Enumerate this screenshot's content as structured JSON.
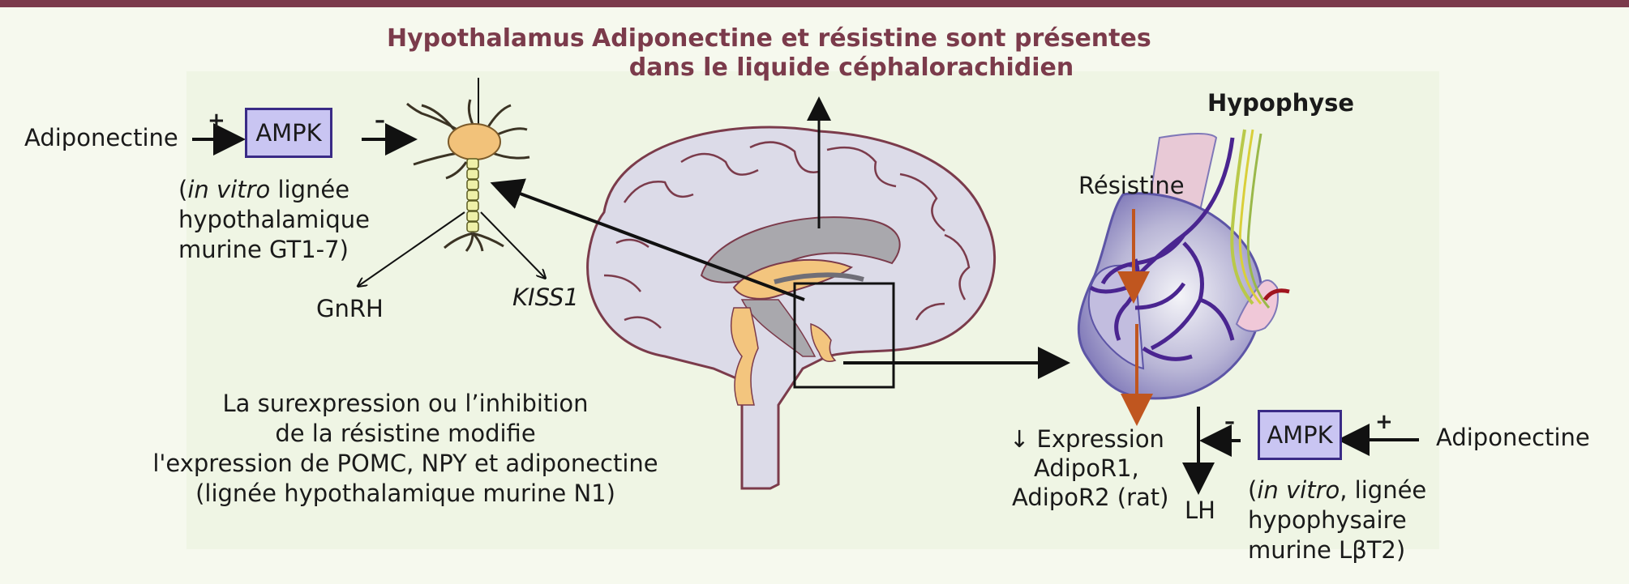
{
  "titles": {
    "hypothalamus": "Hypothalamus",
    "csf_line1": "Adiponectine et résistine sont présentes",
    "csf_line2": "dans le liquide céphalorachidien",
    "hypophyse": "Hypophyse"
  },
  "left": {
    "adiponectine": "Adiponectine",
    "plus": "+",
    "ampk": "AMPK",
    "minus": "–",
    "note_line1_italic": "in vitro",
    "note_line1_rest": " lignée",
    "note_line1_open": "(",
    "note_line2": "hypothalamique",
    "note_line3": "murine GT1-7)",
    "gnrh": "GnRH",
    "kiss1": "KISS1"
  },
  "bottom_left": {
    "line1": "La surexpression ou l’inhibition",
    "line2": "de la résistine modifie",
    "line3": "l'expression de POMC, NPY et adiponectine",
    "line4": "(lignée hypothalamique murine N1)"
  },
  "right": {
    "resistine": "Résistine",
    "expression_line1": "↓ Expression",
    "expression_line2": "AdipoR1,",
    "expression_line3": "AdipoR2 (rat)",
    "lh": "LH",
    "minus": "–",
    "plus": "+",
    "ampk": "AMPK",
    "adiponectine": "Adiponectine",
    "note_line1_open": "(",
    "note_line1_italic": "in vitro",
    "note_line1_rest": ", lignée",
    "note_line2": "hypophysaire",
    "note_line3": "murine LβT2)"
  },
  "colors": {
    "title": "#7b3b4b",
    "ampk_fill": "#c9c5f2",
    "ampk_border": "#3a2b86",
    "resistin_arrow": "#c0561f",
    "brain_fill": "#dcdbe8",
    "brain_outline": "#7b3b4b",
    "hypophyse_vessel": "#4a2590"
  }
}
